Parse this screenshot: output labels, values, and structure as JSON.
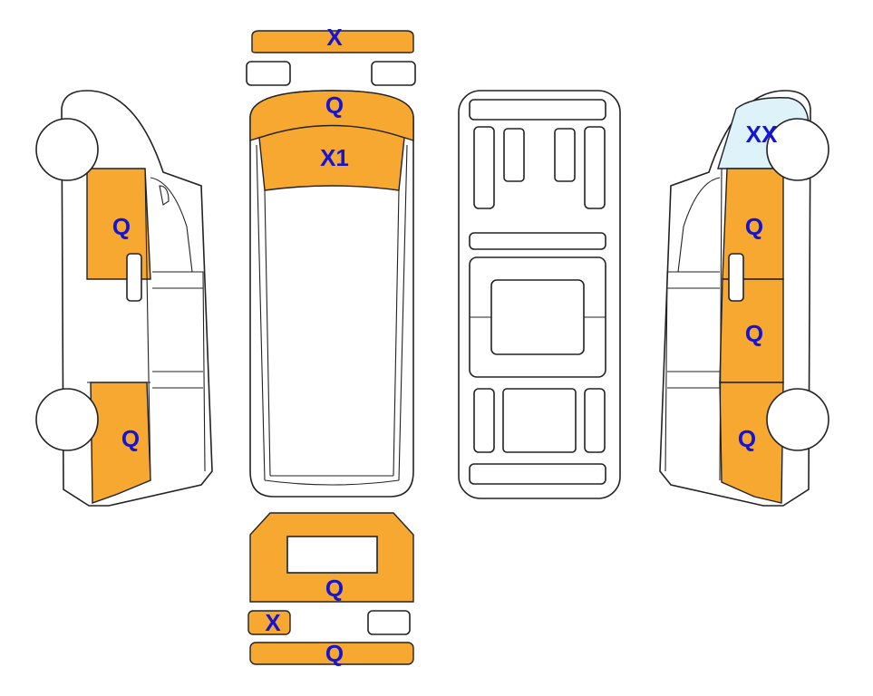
{
  "colors": {
    "damage_orange": "#F7A830",
    "damage_light_blue": "#DDF2F9",
    "label_blue": "#1414D2",
    "outline": "#222222",
    "background": "#FFFFFF"
  },
  "labels": {
    "front_bumper": "X",
    "hood": "Q",
    "windshield": "X1",
    "left_front_door": "Q",
    "left_rear_quarter": "Q",
    "rear_door": "Q",
    "rear_left_light": "X",
    "rear_bumper": "Q",
    "right_rear_window": "XX",
    "right_front_door": "Q",
    "right_side_panel": "Q",
    "right_rear_quarter": "Q"
  }
}
